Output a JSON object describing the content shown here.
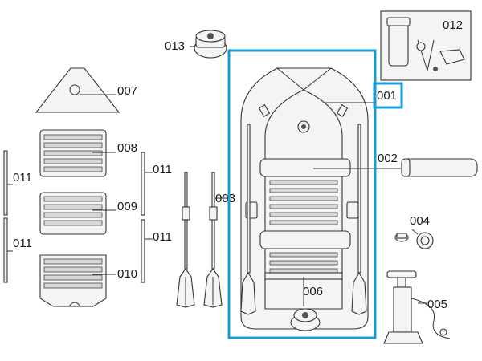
{
  "highlight_color": "#1a9bd7",
  "labels": {
    "p001": "001",
    "p002": "002",
    "p003": "003",
    "p004": "004",
    "p005": "005",
    "p006": "006",
    "p007": "007",
    "p008": "008",
    "p009": "009",
    "p010": "010",
    "p011a": "011",
    "p011b": "011",
    "p011c": "011",
    "p011d": "011",
    "p012": "012",
    "p013": "013"
  }
}
